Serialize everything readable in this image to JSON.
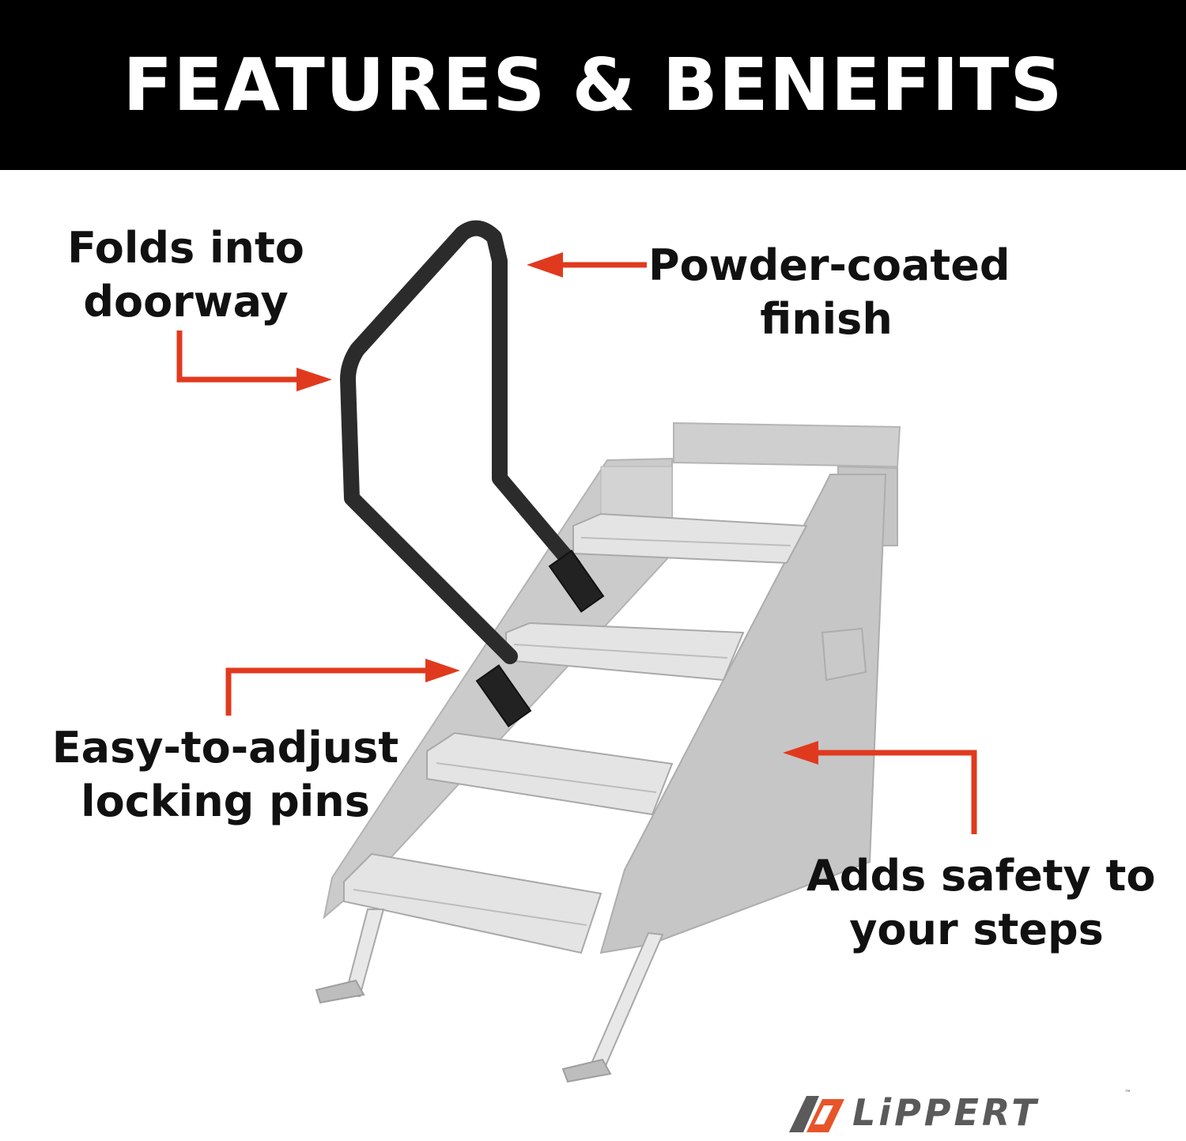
{
  "header": {
    "title": "FEATURES & BENEFITS",
    "background": "#000000",
    "text_color": "#ffffff"
  },
  "callouts": {
    "folds": {
      "line1": "Folds into",
      "line2": "doorway"
    },
    "powder": {
      "line1": "Powder-coated",
      "line2": "finish"
    },
    "pins": {
      "line1": "Easy-to-adjust",
      "line2": "locking pins"
    },
    "safety": {
      "line1": "Adds safety to",
      "line2": "your steps"
    }
  },
  "colors": {
    "arrow": "#e03a1e",
    "handrail": "#2b2b2b",
    "steps": "#c9c9c9",
    "treads": "#e2e2e2",
    "logo_accent": "#e8542a",
    "logo_gray": "#5a5a5a"
  },
  "logo": {
    "text": "LiPPERT",
    "trademark": "™",
    "icon": "lippert-logo-icon"
  }
}
